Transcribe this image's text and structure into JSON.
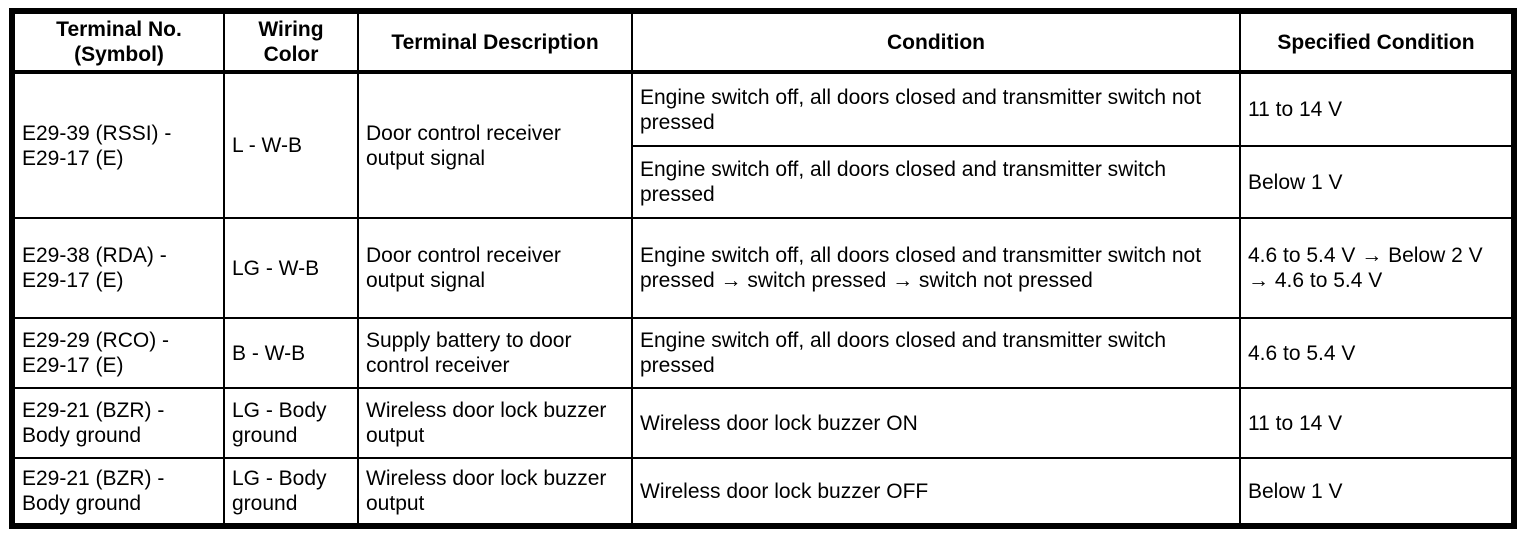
{
  "colors": {
    "border": "#000000",
    "background": "#ffffff",
    "text": "#000000"
  },
  "table": {
    "headers": [
      "Terminal No. (Symbol)",
      "Wiring Color",
      "Terminal Description",
      "Condition",
      "Specified Condition"
    ],
    "rows": [
      {
        "terminal": "E29-39 (RSSI) - E29-17 (E)",
        "wiring_color": "L - W-B",
        "description": "Door control receiver output signal",
        "conditions": [
          {
            "condition": "Engine switch off, all doors closed and transmitter switch not pressed",
            "specified": "11 to 14 V"
          },
          {
            "condition": "Engine switch off, all doors closed and transmitter switch pressed",
            "specified": "Below 1 V"
          }
        ]
      },
      {
        "terminal": "E29-38 (RDA) - E29-17 (E)",
        "wiring_color": "LG - W-B",
        "description": "Door control receiver output signal",
        "conditions": [
          {
            "condition": "Engine switch off, all doors closed and transmitter switch not pressed → switch pressed → switch not pressed",
            "specified": "4.6 to 5.4 V → Below 2 V → 4.6 to 5.4 V"
          }
        ]
      },
      {
        "terminal": "E29-29 (RCO) - E29-17 (E)",
        "wiring_color": "B - W-B",
        "description": "Supply battery to door control receiver",
        "conditions": [
          {
            "condition": "Engine switch off, all doors closed and transmitter switch pressed",
            "specified": "4.6 to 5.4 V"
          }
        ]
      },
      {
        "terminal": "E29-21 (BZR) - Body ground",
        "wiring_color": "LG - Body ground",
        "description": "Wireless door lock buzzer output",
        "conditions": [
          {
            "condition": "Wireless door lock buzzer ON",
            "specified": "11 to 14 V"
          }
        ]
      },
      {
        "terminal": "E29-21 (BZR) - Body ground",
        "wiring_color": "LG - Body ground",
        "description": "Wireless door lock buzzer output",
        "conditions": [
          {
            "condition": "Wireless door lock buzzer OFF",
            "specified": "Below 1 V"
          }
        ]
      }
    ]
  }
}
